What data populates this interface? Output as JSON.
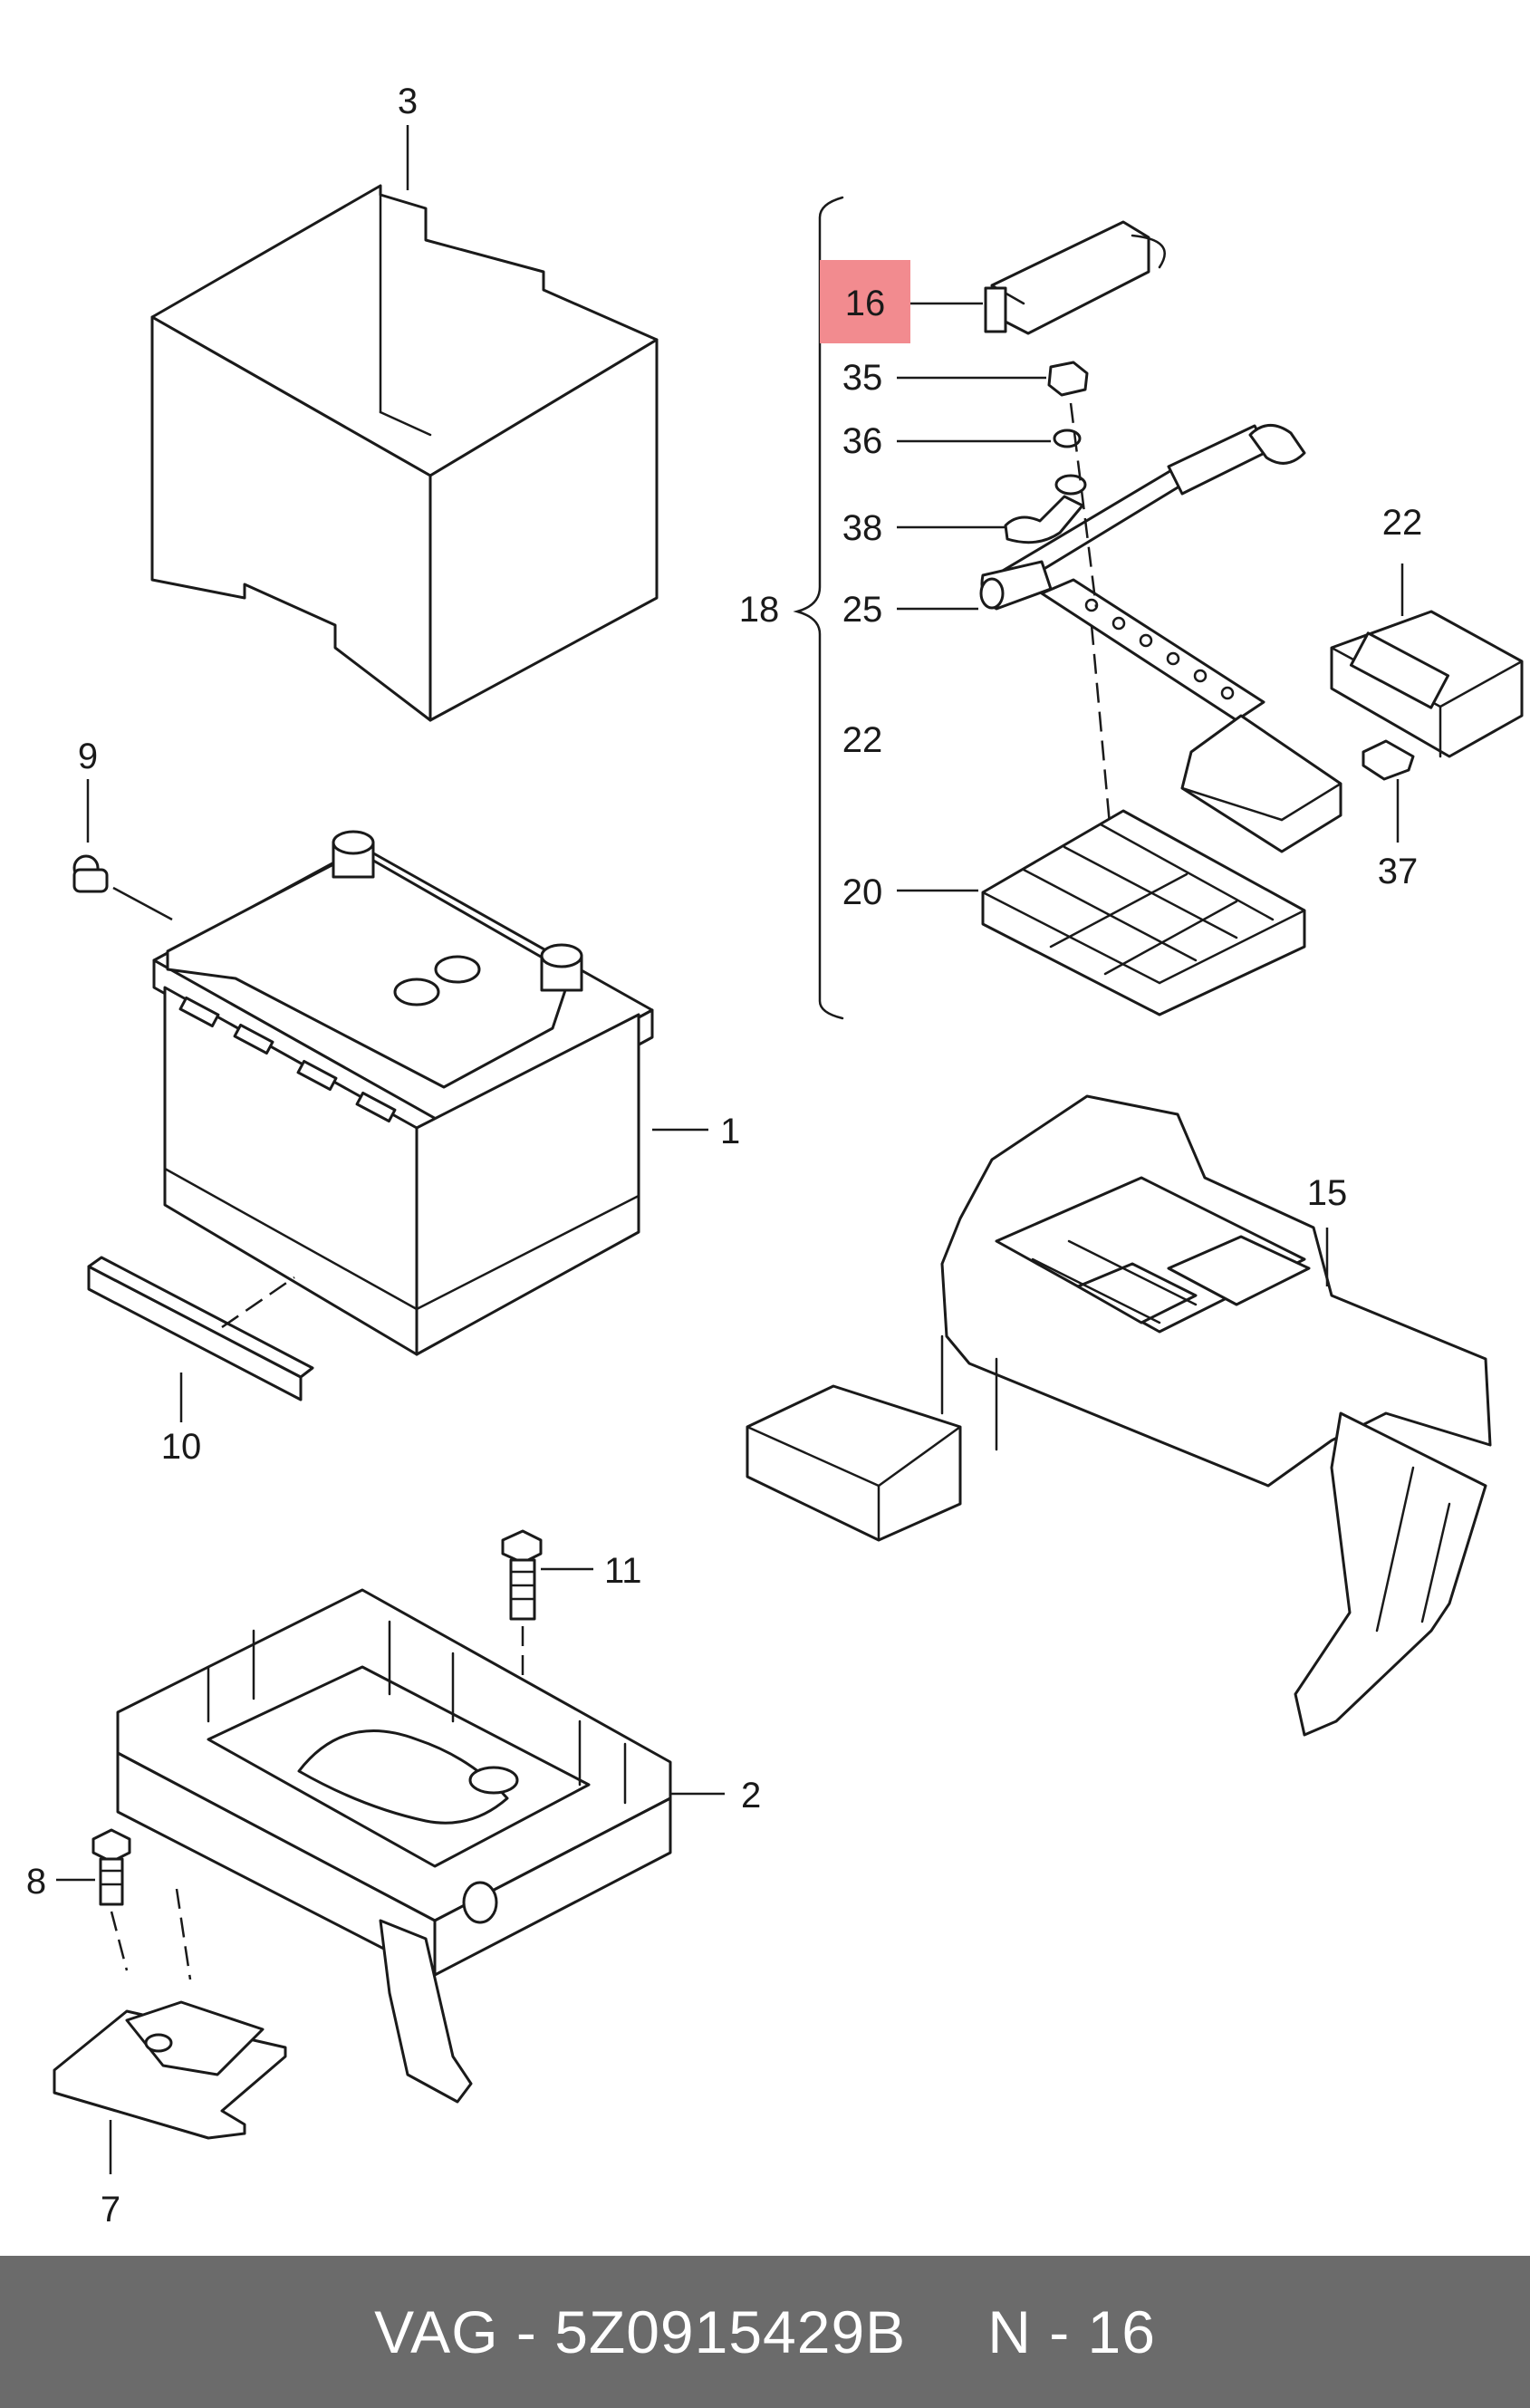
{
  "colors": {
    "highlight": "#f28b8f",
    "footer_bg": "#6b6b6b",
    "footer_text": "#ffffff",
    "line": "#1a1a1a"
  },
  "callouts": {
    "c1": "1",
    "c2": "2",
    "c3": "3",
    "c7": "7",
    "c8": "8",
    "c9": "9",
    "c10": "10",
    "c11": "11",
    "c15": "15",
    "c16": "16",
    "c18": "18",
    "c20": "20",
    "c22a": "22",
    "c22b": "22",
    "c25": "25",
    "c35": "35",
    "c36": "36",
    "c37": "37",
    "c38": "38"
  },
  "highlighted_callout": "16",
  "footer": {
    "part_ref": "VAG - 5Z0915429B",
    "position_ref": "N - 16"
  }
}
